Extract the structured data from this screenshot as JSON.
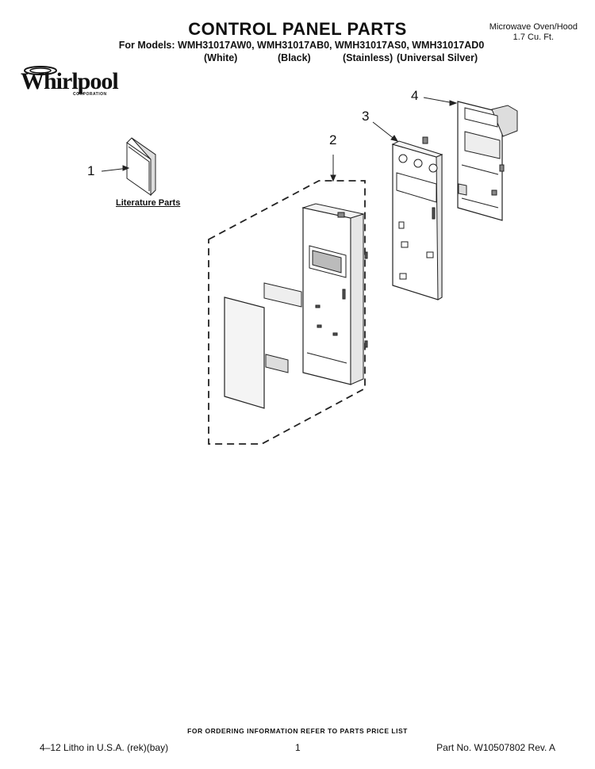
{
  "header": {
    "title": "CONTROL PANEL PARTS",
    "product_line1": "Microwave Oven/Hood",
    "product_line2": "1.7 Cu. Ft.",
    "models_line": "For Models: WMH31017AW0, WMH31017AB0, WMH31017AS0, WMH31017AD0",
    "colors": [
      "(White)",
      "(Black)",
      "(Stainless)",
      "(Universal Silver)"
    ]
  },
  "logo": {
    "brand": "Whirlpool",
    "sub": "CORPORATION"
  },
  "diagram": {
    "callouts": [
      "1",
      "2",
      "3",
      "4"
    ],
    "literature_label": "Literature Parts"
  },
  "footer": {
    "note": "FOR ORDERING INFORMATION REFER TO PARTS PRICE LIST",
    "left": "4–12 Litho in U.S.A. (rek)(bay)",
    "page": "1",
    "right": "Part No. W10507802 Rev. A"
  }
}
